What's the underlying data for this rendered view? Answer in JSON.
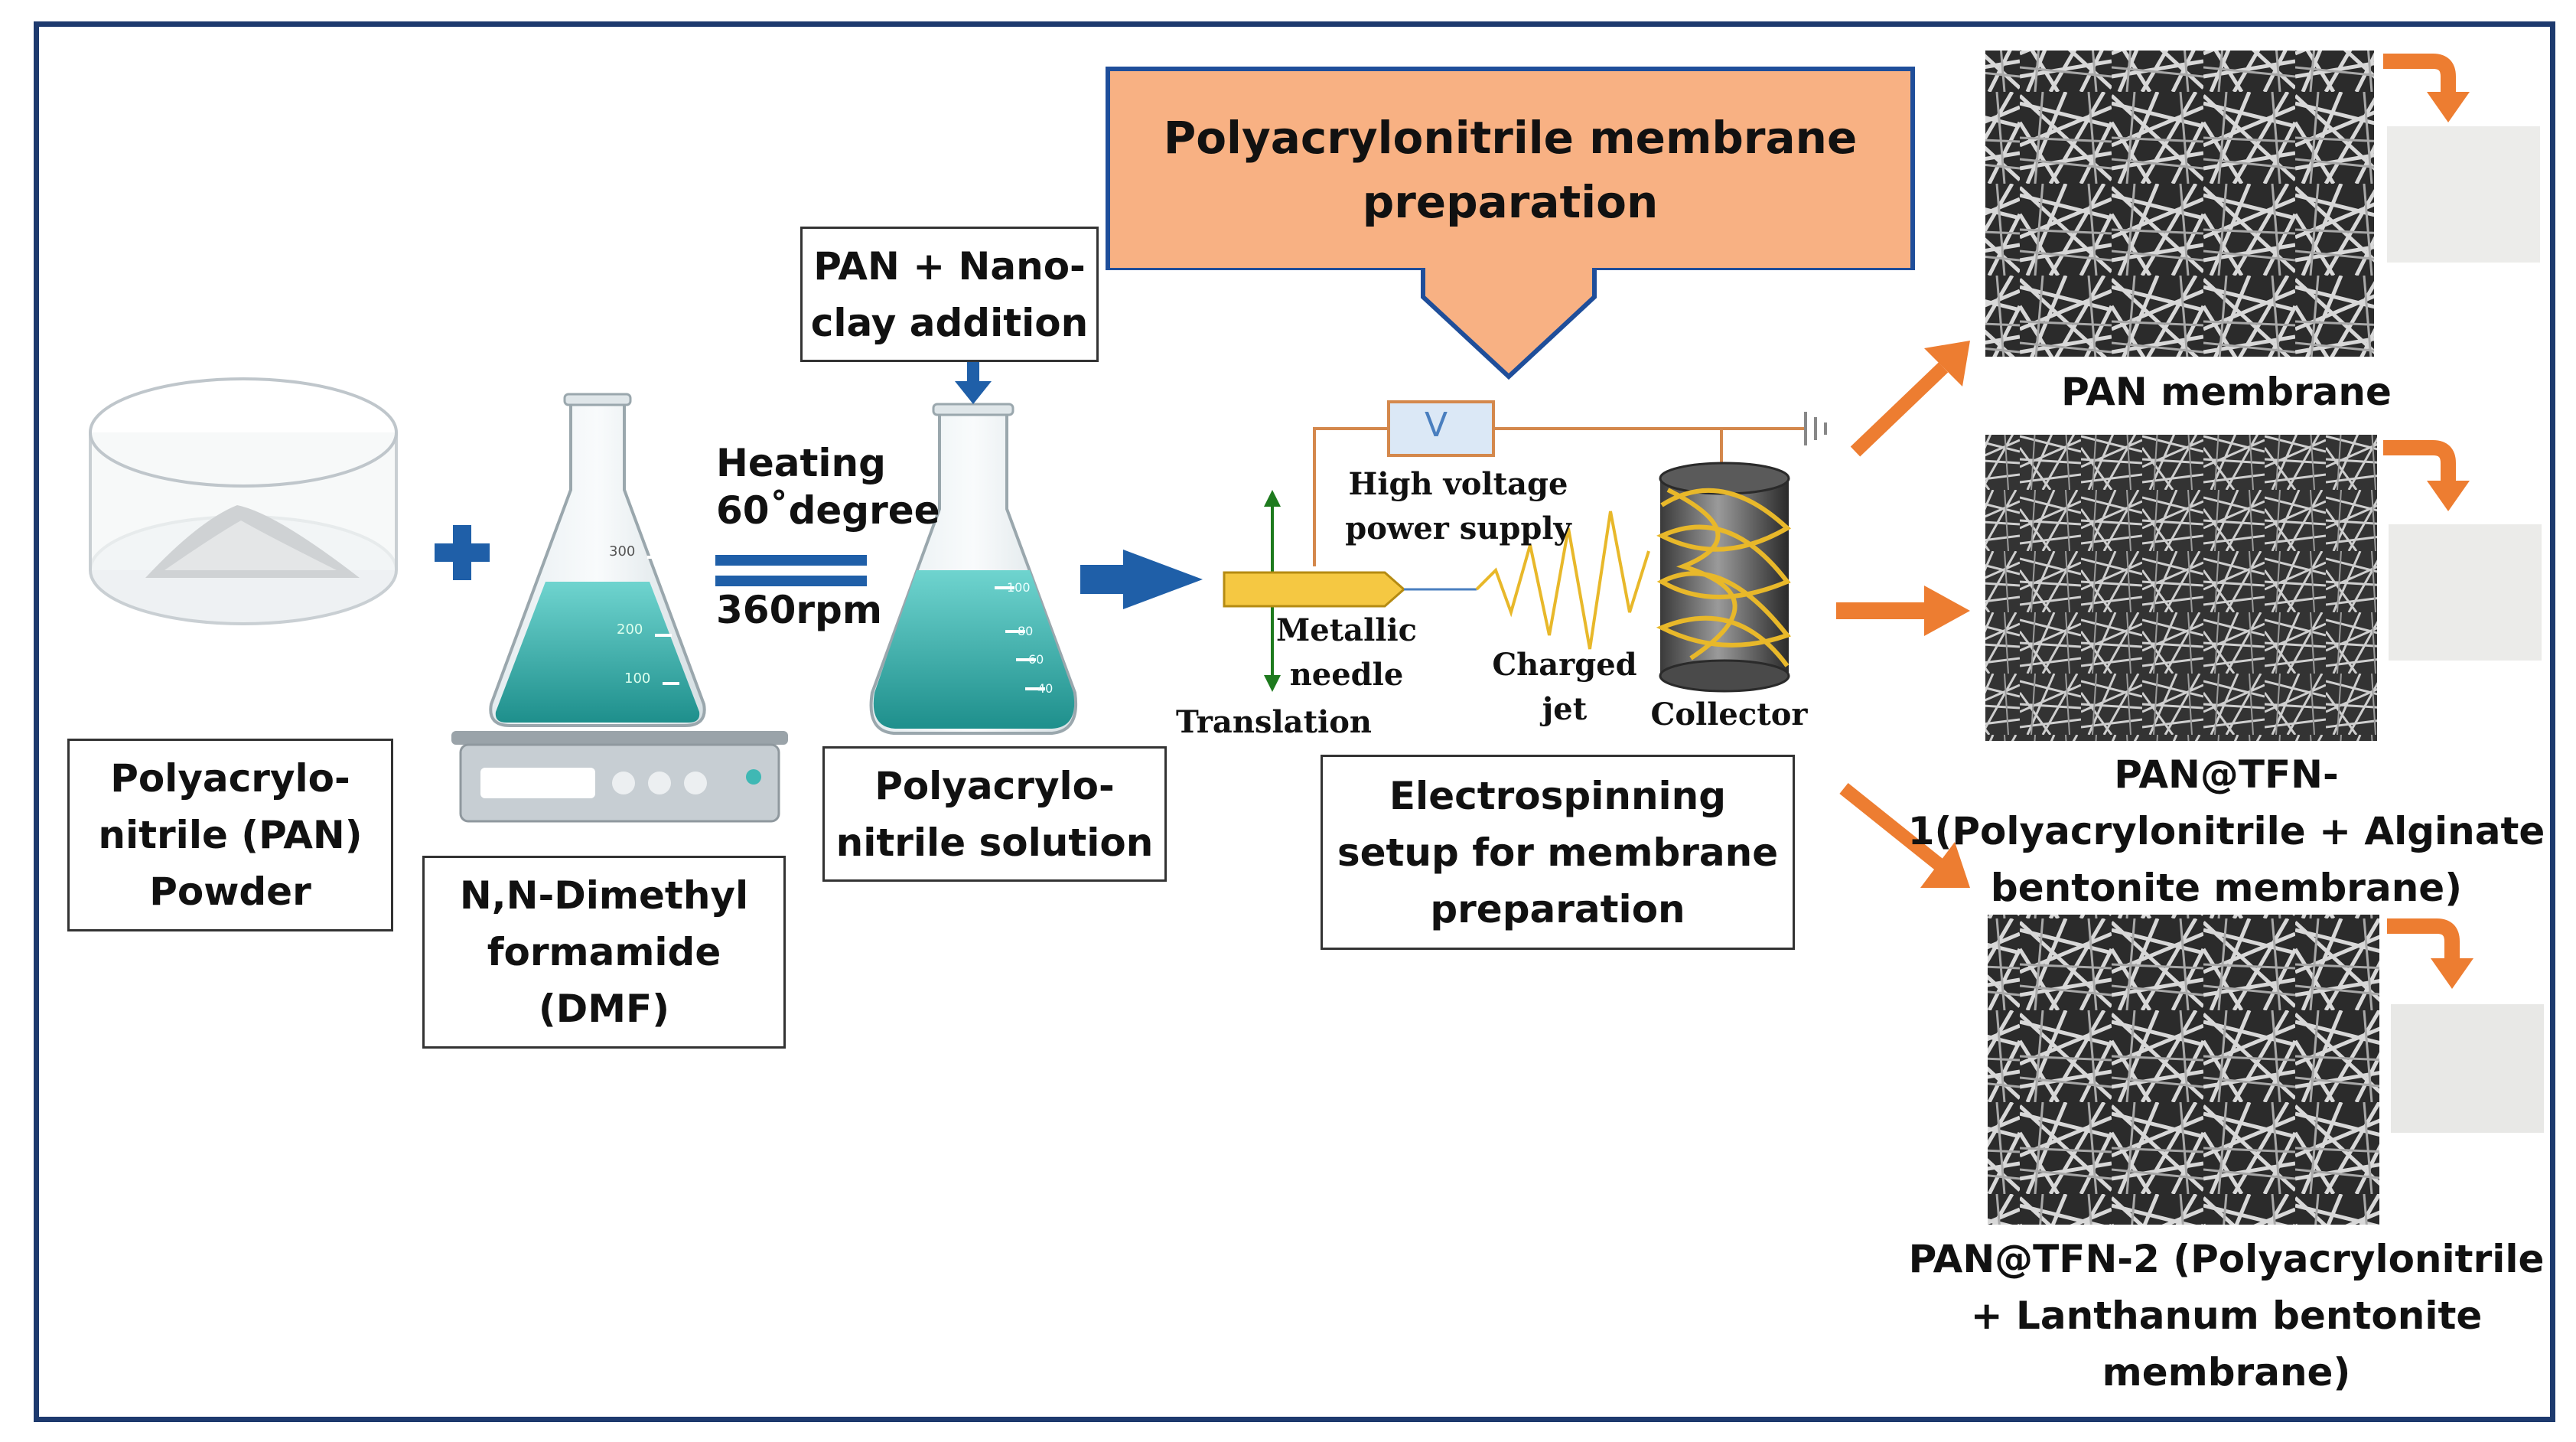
{
  "title": "Polyacrylonitrile membrane\npreparation",
  "labels": {
    "pan_powder": "Polyacrylo-\nnitrile (PAN)\nPowder",
    "dmf": "N,N-Dimethyl\nformamide\n(DMF)",
    "nanoclay": "PAN + Nano-\nclay addition",
    "solution": "Polyacrylo-\nnitrile solution",
    "electrospinning": "Electrospinning\nsetup for membrane\npreparation",
    "heating_1": "Heating",
    "heating_2": "60˚degree",
    "rpm": "360rpm"
  },
  "apparatus": {
    "supply": "High voltage\npower supply",
    "needle": "Metallic\nneedle",
    "translation": "Translation",
    "jet": "Charged\njet",
    "collector": "Collector",
    "voltage_symbol": "V",
    "beaker_marks": [
      "300",
      "200",
      "100"
    ],
    "flask_marks": [
      "100",
      "80",
      "60",
      "40"
    ]
  },
  "outputs": [
    {
      "name": "PAN membrane"
    },
    {
      "name": "PAN@TFN-\n1(Polyacrylonitrile + Alginate\nbentonite membrane)"
    },
    {
      "name": "PAN@TFN-2 (Polyacrylonitrile\n+ Lanthanum bentonite\nmembrane)"
    }
  ],
  "colors": {
    "frame": "#1d3a6e",
    "title_fill": "#f8b183",
    "title_border": "#1f4e9a",
    "orange_arrow": "#ed7d31",
    "blue_arrow": "#1f5fa8",
    "liquid": "#3fb8b4",
    "needle": "#f5c842",
    "fiber": "#e8b82a"
  }
}
